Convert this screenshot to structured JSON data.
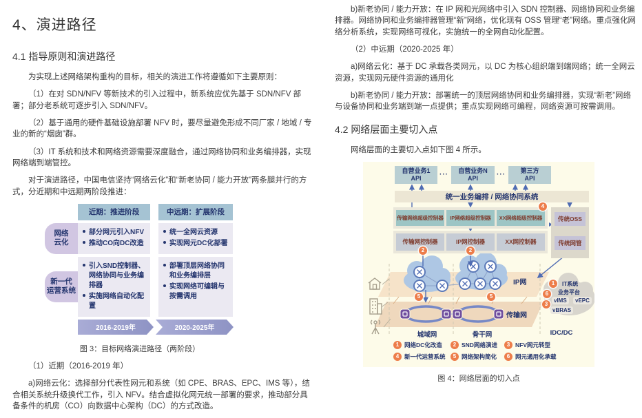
{
  "doc": {
    "title": "4、演进路径",
    "s41": "4.1 指导原则和演进路径",
    "p_intro": "为实现上述网络架构重构的目标，相关的演进工作将遵循如下主要原则：",
    "p1": "（1）在对 SDN/NFV 等新技术的引入过程中，新系统应优先基于 SDN/NFV 部署；部分老系统可逐步引入 SDN/NFV。",
    "p2": "（2）基于通用的硬件基础设施部署 NFV 时，要尽量避免形成不同厂家 / 地域 / 专业的新的“烟囱”群。",
    "p3": "（3）IT 系统和技术和网络资源需要深度融合，通过网络协同和业务编排器，实现网络端到端管控。",
    "p4": "对于演进路径，中国电信坚持“网络云化”和“新老协同 / 能力开放”两条腿并行的方式，分近期和中远期两阶段推进：",
    "p_near": "（1）近期（2016-2019 年）",
    "p_near_a": "a)网络云化：选择部分代表性网元和系统（如 CPE、BRAS、EPC、IMS 等），结合相关系统升级换代工作，引入 NFV。结合虚拟化网元统一部署的要求，推动部分具备条件的机房（CO）向数据中心架构（DC）的方式改造。",
    "p_b1": "b)新老协同 / 能力开放：在 IP 网和光网络中引入 SDN 控制器、网络协同和业务编排器。网络协同和业务编排器管理“新”网络，优化现有 OSS 管理“老”网络。重点强化网络分析系统，实现网络可视化，实施统一的全网自动化配置。",
    "p_mid": "（2）中远期（2020-2025 年）",
    "p_mid_a": "a)网络云化：基于 DC 承载各类网元，以 DC 为核心组织端到端网络；统一全网云资源，实现网元硬件资源的通用化",
    "p_mid_b": "b)新老协同 / 能力开放：部署统一的顶层网络协同和业务编排器，实现“新老”网络与设备协同和业务端到端一点提供；重点实现网络可编程，网络资源可按需调用。",
    "s42": "4.2 网络层面主要切入点",
    "p_fig4": "网络层面的主要切入点如下图 4 所示。"
  },
  "fig3": {
    "headers": [
      "近期：推进阶段",
      "中远期：扩展阶段"
    ],
    "rows": [
      {
        "label": {
          "l1": "网络",
          "l2": "云化"
        },
        "near": [
          "部分网元引入NFV",
          "推动CO向DC改造"
        ],
        "far": [
          "统一全网云资源",
          "实现网元DC化部署"
        ]
      },
      {
        "label": {
          "l1": "新一代",
          "l2": "运营系统"
        },
        "near": [
          "引入SND控制器、网络协同与业务编排器",
          "实施网络自动化配置"
        ],
        "far": [
          "部署顶层网络协同和业务编排层",
          "实现网络可编辑与按需调用"
        ]
      }
    ],
    "timeline": [
      "2016-2019年",
      "2020-2025年"
    ],
    "caption": "图 3：目标网络演进路径（两阶段）"
  },
  "fig4": {
    "api": [
      {
        "l1": "自营业务1",
        "l2": "API"
      },
      {
        "l1": "自营业务N",
        "l2": "API"
      },
      {
        "l1": "第三方",
        "l2": "API"
      }
    ],
    "dots": "···",
    "orch": "统一业务编排 / 网络协同系统",
    "supers": [
      "传输网络超级控制器",
      "IP网络超级控制器",
      "XX网络超级控制器"
    ],
    "oss": "传统OSS",
    "nms": "传统网管",
    "controllers": [
      "传输网控制器",
      "IP网控制器",
      "XX网控制器"
    ],
    "ip_label": "IP网",
    "trans_label": "传输网",
    "it1": "IT系统",
    "it2": "业务平台",
    "vnf": [
      "vIMS",
      "vEPC",
      "vBRAS"
    ],
    "zones": [
      "城域网",
      "骨干网",
      "IDC/DC"
    ],
    "badges": {
      "n1": "1",
      "n2": "2",
      "n3": "3",
      "n4": "4",
      "n5": "5",
      "n6": "6"
    },
    "legend": [
      {
        "n": "1",
        "t": "网络DC化改造"
      },
      {
        "n": "2",
        "t": "SND网络演进"
      },
      {
        "n": "3",
        "t": "NFV网元转型"
      },
      {
        "n": "4",
        "t": "新一代运营系统"
      },
      {
        "n": "5",
        "t": "网络架构简化"
      },
      {
        "n": "6",
        "t": "网元通用化承载"
      }
    ],
    "caption": "图 4：网络层面的切入点"
  },
  "colors": {
    "navy": "#24356e",
    "orange": "#ed7d4a",
    "fig4_bg": "#fdfbe9",
    "arrow_blue": "#4f6cb3",
    "header_blue": "#a5c3d3",
    "pill_purple": "#d1c6e2",
    "teal_box": "#9dc5c5",
    "maroon_text": "#7e3b2d"
  }
}
